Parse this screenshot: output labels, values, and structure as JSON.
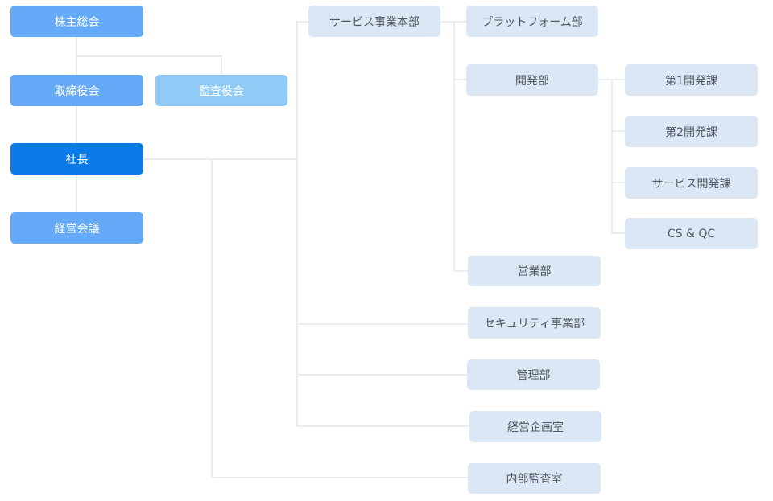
{
  "chart_data": {
    "type": "org-chart",
    "nodes": [
      {
        "id": "shareholders",
        "label": "株主総会",
        "parent": null
      },
      {
        "id": "board",
        "label": "取締役会",
        "parent": "shareholders"
      },
      {
        "id": "auditors",
        "label": "監査役会",
        "parent": "shareholders"
      },
      {
        "id": "president",
        "label": "社長",
        "parent": "board"
      },
      {
        "id": "mgmt_meeting",
        "label": "経営会議",
        "parent": "president"
      },
      {
        "id": "service_hq",
        "label": "サービス事業本部",
        "parent": "president"
      },
      {
        "id": "platform",
        "label": "プラットフォーム部",
        "parent": "service_hq"
      },
      {
        "id": "dev",
        "label": "開発部",
        "parent": "service_hq"
      },
      {
        "id": "dev1",
        "label": "第1開発課",
        "parent": "dev"
      },
      {
        "id": "dev2",
        "label": "第2開発課",
        "parent": "dev"
      },
      {
        "id": "service_dev",
        "label": "サービス開発課",
        "parent": "dev"
      },
      {
        "id": "csqc",
        "label": "CS & QC",
        "parent": "dev"
      },
      {
        "id": "sales",
        "label": "営業部",
        "parent": "service_hq"
      },
      {
        "id": "security",
        "label": "セキュリティ事業部",
        "parent": "president"
      },
      {
        "id": "admin",
        "label": "管理部",
        "parent": "president"
      },
      {
        "id": "planning",
        "label": "経営企画室",
        "parent": "president"
      },
      {
        "id": "internal_audit",
        "label": "内部監査室",
        "parent": "president"
      }
    ]
  },
  "nodes": {
    "shareholders": "株主総会",
    "board": "取締役会",
    "auditors": "監査役会",
    "president": "社長",
    "mgmt_meeting": "経営会議",
    "service_hq": "サービス事業本部",
    "platform": "プラットフォーム部",
    "dev": "開発部",
    "dev1": "第1開発課",
    "dev2": "第2開発課",
    "service_dev": "サービス開発課",
    "csqc": "CS & QC",
    "sales": "営業部",
    "security": "セキュリティ事業部",
    "admin": "管理部",
    "planning": "経営企画室",
    "internal_audit": "内部監査室"
  },
  "colors": {
    "executive": "#64aaf9",
    "auditor": "#90cbf8",
    "president": "#0a7be8",
    "department": "#dce7f6",
    "department_text": "#505660",
    "connector": "#ebedf0"
  }
}
